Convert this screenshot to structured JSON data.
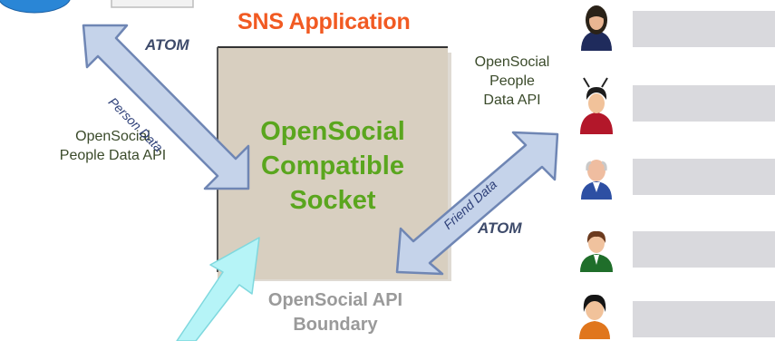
{
  "title": "SNS Application",
  "socket": {
    "line1": "OpenSocial",
    "line2": "Compatible",
    "line3": "Socket"
  },
  "boundary": {
    "line1": "OpenSocial API",
    "line2": "Boundary"
  },
  "left_api": {
    "line1": "OpenSocial",
    "line2": "People Data API"
  },
  "right_api": {
    "line1": "OpenSocial",
    "line2": "People",
    "line3": "Data API"
  },
  "atom_left": "ATOM",
  "atom_right": "ATOM",
  "arrow_person_label": "Person Data",
  "arrow_friend_label": "Friend Data",
  "colors": {
    "title": "#f15a22",
    "socket_text": "#5aa61e",
    "socket_fill": "#d8cfc0",
    "arrow_fill": "#c5d3ea",
    "arrow_stroke": "#6f86b4",
    "boundary_arrow": "#b6f4f7",
    "profile_bar": "#d9d9dd"
  },
  "people": [
    {
      "icon": "person-dark-hair-icon"
    },
    {
      "icon": "person-red-shirt-icon"
    },
    {
      "icon": "person-bald-blue-icon"
    },
    {
      "icon": "person-green-jacket-icon"
    },
    {
      "icon": "person-orange-shirt-icon"
    }
  ]
}
